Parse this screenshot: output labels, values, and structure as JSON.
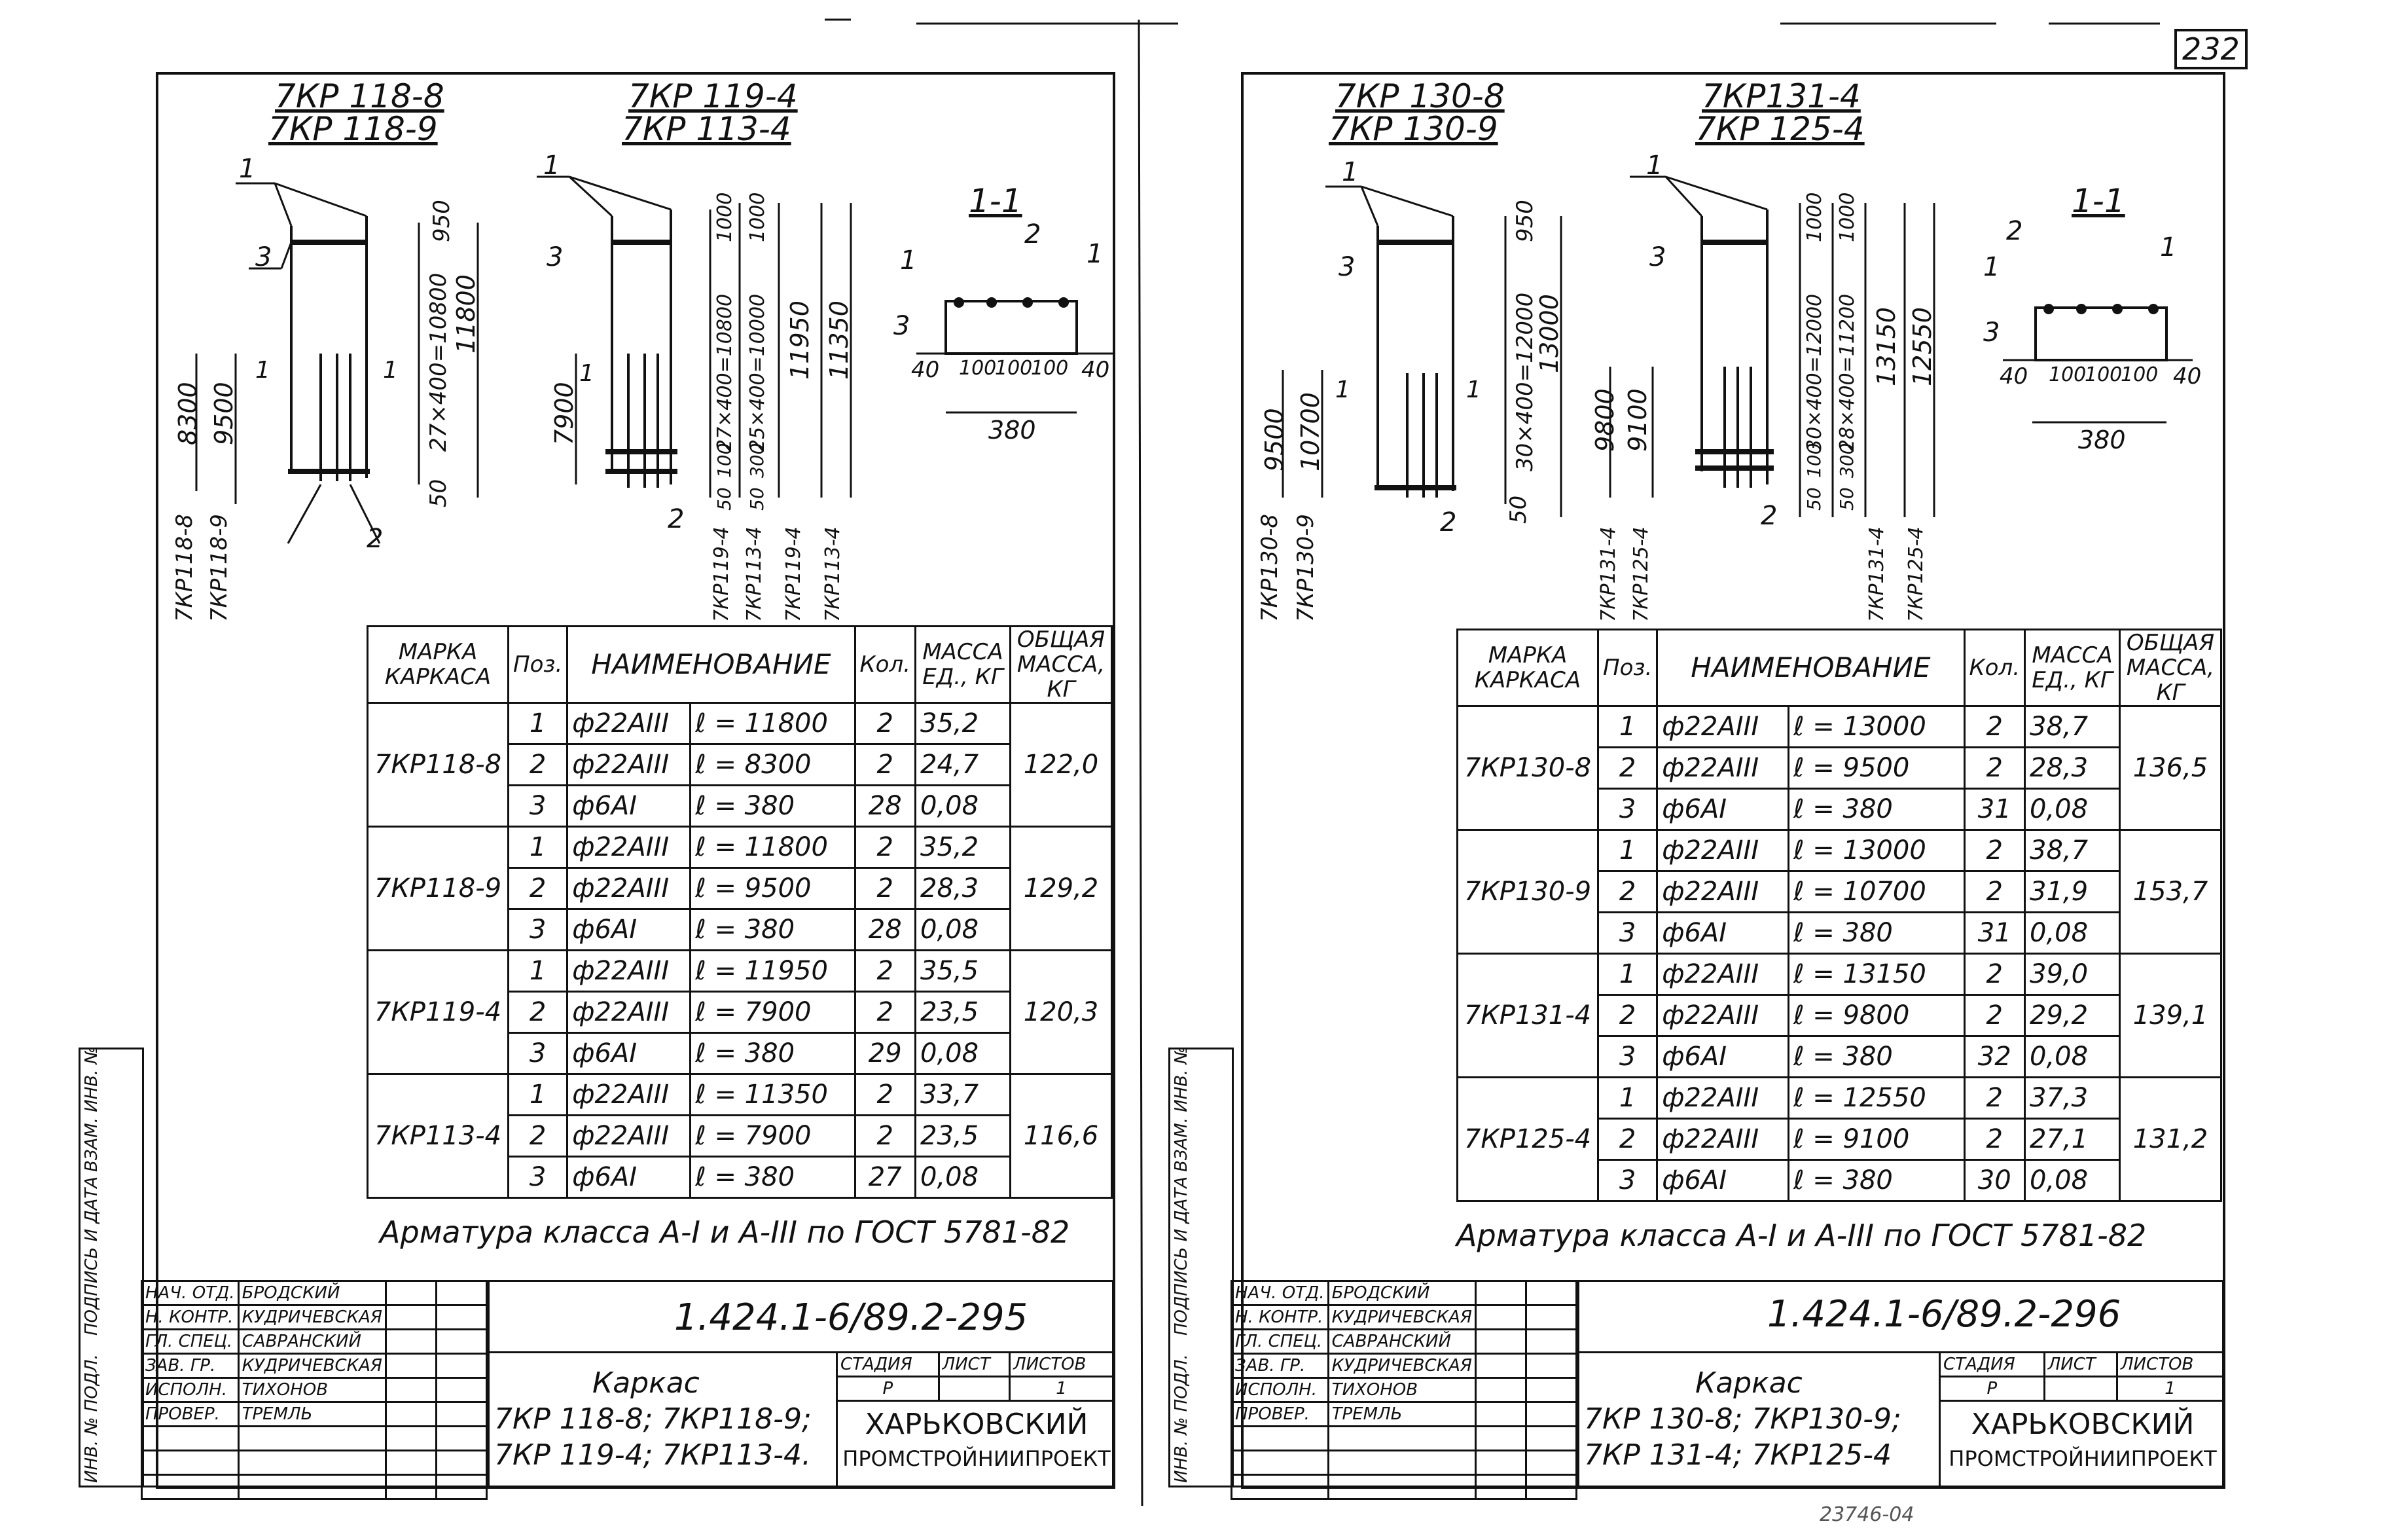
{
  "sheet_number": "232",
  "bottom_scribble": "23746-04",
  "left": {
    "marks_a": [
      "7КР 118-8",
      "7КР 118-9"
    ],
    "marks_b": [
      "7КР 119-4",
      "7КР 113-4"
    ],
    "section": "1-1",
    "dims": {
      "top_a": "950",
      "span_a": "27×400=10800",
      "total_a": "11800",
      "bottom_a": "50",
      "h_a1": "8300",
      "h_a2": "9500",
      "mark_a1": "7КР118-8",
      "mark_a2": "7КР118-9",
      "top_b1": "1000",
      "top_b2": "1000",
      "span_b1": "27×400=10800",
      "span_b2": "25×400=10000",
      "total_b1": "11950",
      "total_b2": "11350",
      "h_b": "7900",
      "b_lower": [
        "100",
        "300",
        "50",
        "50"
      ],
      "mark_b": [
        "7КР119-4",
        "7КР113-4",
        "7КР119-4",
        "7КР113-4"
      ],
      "sec": [
        "40",
        "100",
        "100",
        "100",
        "40",
        "380"
      ]
    },
    "headers": {
      "mark": "МАРКА КАРКАСА",
      "pos": "Поз.",
      "name": "НАИМЕНОВАНИЕ",
      "qty": "Кол.",
      "mass": "МАССА ЕД., КГ",
      "total": "ОБЩАЯ МАССА, КГ"
    },
    "groups": [
      {
        "mark": "7КР118-8",
        "total": "122,0",
        "rows": [
          {
            "pos": "1",
            "bar": "ф22АIII",
            "len": "ℓ = 11800",
            "qty": "2",
            "mass": "35,2"
          },
          {
            "pos": "2",
            "bar": "ф22АIII",
            "len": "ℓ = 8300",
            "qty": "2",
            "mass": "24,7"
          },
          {
            "pos": "3",
            "bar": "ф6АI",
            "len": "ℓ = 380",
            "qty": "28",
            "mass": "0,08"
          }
        ]
      },
      {
        "mark": "7КР118-9",
        "total": "129,2",
        "rows": [
          {
            "pos": "1",
            "bar": "ф22АIII",
            "len": "ℓ = 11800",
            "qty": "2",
            "mass": "35,2"
          },
          {
            "pos": "2",
            "bar": "ф22АIII",
            "len": "ℓ = 9500",
            "qty": "2",
            "mass": "28,3"
          },
          {
            "pos": "3",
            "bar": "ф6АI",
            "len": "ℓ = 380",
            "qty": "28",
            "mass": "0,08"
          }
        ]
      },
      {
        "mark": "7КР119-4",
        "total": "120,3",
        "rows": [
          {
            "pos": "1",
            "bar": "ф22АIII",
            "len": "ℓ = 11950",
            "qty": "2",
            "mass": "35,5"
          },
          {
            "pos": "2",
            "bar": "ф22АIII",
            "len": "ℓ = 7900",
            "qty": "2",
            "mass": "23,5"
          },
          {
            "pos": "3",
            "bar": "ф6АI",
            "len": "ℓ = 380",
            "qty": "29",
            "mass": "0,08"
          }
        ]
      },
      {
        "mark": "7КР113-4",
        "total": "116,6",
        "rows": [
          {
            "pos": "1",
            "bar": "ф22АIII",
            "len": "ℓ = 11350",
            "qty": "2",
            "mass": "33,7"
          },
          {
            "pos": "2",
            "bar": "ф22АIII",
            "len": "ℓ = 7900",
            "qty": "2",
            "mass": "23,5"
          },
          {
            "pos": "3",
            "bar": "ф6АI",
            "len": "ℓ = 380",
            "qty": "27",
            "mass": "0,08"
          }
        ]
      }
    ],
    "note": "Арматура класса А-I и А-III по ГОСТ 5781-82",
    "code": "1.424.1-6/89.2-295",
    "title_lines": [
      "Каркас",
      "7КР 118-8; 7КР118-9;",
      "7КР 119-4; 7КР113-4."
    ],
    "org_lines": [
      "ХАРЬКОВСКИЙ",
      "ПРОМСТРОЙНИИПРОЕКТ"
    ]
  },
  "right": {
    "marks_a": [
      "7КР 130-8",
      "7КР 130-9"
    ],
    "marks_b": [
      "7КР131-4",
      "7КР 125-4"
    ],
    "section": "1-1",
    "dims": {
      "top_a": "950",
      "span_a": "30×400=12000",
      "total_a": "13000",
      "bottom_a": "50",
      "h_a1": "9500",
      "h_a2": "10700",
      "mark_a1": "7КР130-8",
      "mark_a2": "7КР130-9",
      "top_b1": "1000",
      "top_b2": "1000",
      "span_b1": "30×400=12000",
      "span_b2": "28×400=11200",
      "total_b1": "13150",
      "total_b2": "12550",
      "h_b1": "9800",
      "h_b2": "9100",
      "b_lower": [
        "100",
        "300",
        "50",
        "50"
      ],
      "mark_b": [
        "7КР131-4",
        "7КР125-4",
        "7КР131-4",
        "7КР125-4"
      ],
      "sec": [
        "40",
        "100",
        "100",
        "100",
        "40",
        "380"
      ]
    },
    "headers": {
      "mark": "МАРКА КАРКАСА",
      "pos": "Поз.",
      "name": "НАИМЕНОВАНИЕ",
      "qty": "Кол.",
      "mass": "МАССА ЕД., КГ",
      "total": "ОБЩАЯ МАССА, КГ"
    },
    "groups": [
      {
        "mark": "7КР130-8",
        "total": "136,5",
        "rows": [
          {
            "pos": "1",
            "bar": "ф22АIII",
            "len": "ℓ = 13000",
            "qty": "2",
            "mass": "38,7"
          },
          {
            "pos": "2",
            "bar": "ф22АIII",
            "len": "ℓ = 9500",
            "qty": "2",
            "mass": "28,3"
          },
          {
            "pos": "3",
            "bar": "ф6АI",
            "len": "ℓ = 380",
            "qty": "31",
            "mass": "0,08"
          }
        ]
      },
      {
        "mark": "7КР130-9",
        "total": "153,7",
        "rows": [
          {
            "pos": "1",
            "bar": "ф22АIII",
            "len": "ℓ = 13000",
            "qty": "2",
            "mass": "38,7"
          },
          {
            "pos": "2",
            "bar": "ф22АIII",
            "len": "ℓ = 10700",
            "qty": "2",
            "mass": "31,9"
          },
          {
            "pos": "3",
            "bar": "ф6АI",
            "len": "ℓ = 380",
            "qty": "31",
            "mass": "0,08"
          }
        ]
      },
      {
        "mark": "7КР131-4",
        "total": "139,1",
        "rows": [
          {
            "pos": "1",
            "bar": "ф22АIII",
            "len": "ℓ = 13150",
            "qty": "2",
            "mass": "39,0"
          },
          {
            "pos": "2",
            "bar": "ф22АIII",
            "len": "ℓ = 9800",
            "qty": "2",
            "mass": "29,2"
          },
          {
            "pos": "3",
            "bar": "ф6АI",
            "len": "ℓ = 380",
            "qty": "32",
            "mass": "0,08"
          }
        ]
      },
      {
        "mark": "7КР125-4",
        "total": "131,2",
        "rows": [
          {
            "pos": "1",
            "bar": "ф22АIII",
            "len": "ℓ = 12550",
            "qty": "2",
            "mass": "37,3"
          },
          {
            "pos": "2",
            "bar": "ф22АIII",
            "len": "ℓ = 9100",
            "qty": "2",
            "mass": "27,1"
          },
          {
            "pos": "3",
            "bar": "ф6АI",
            "len": "ℓ = 380",
            "qty": "30",
            "mass": "0,08"
          }
        ]
      }
    ],
    "note": "Арматура класса А-I и А-III по ГОСТ 5781-82",
    "code": "1.424.1-6/89.2-296",
    "title_lines": [
      "Каркас",
      "7КР 130-8; 7КР130-9;",
      "7КР 131-4; 7КР125-4"
    ],
    "org_lines": [
      "ХАРЬКОВСКИЙ",
      "ПРОМСТРОЙНИИПРОЕКТ"
    ]
  },
  "stamp_roles": [
    "НАЧ. ОТД.",
    "Н. КОНТР.",
    "ГЛ. СПЕЦ.",
    "ЗАВ. ГР.",
    "ИСПОЛН.",
    "ПРОВЕР."
  ],
  "stamp_names": [
    "БРОДСКИЙ",
    "КУДРИЧЕВСКАЯ",
    "САВРАНСКИЙ",
    "КУДРИЧЕВСКАЯ",
    "ТИХОНОВ",
    "ТРЕМЛЬ"
  ],
  "stamp_heads": {
    "stage": "СТАДИЯ",
    "sheet": "ЛИСТ",
    "sheets": "ЛИСТОВ",
    "stage_val": "Р",
    "sheets_val": "1"
  },
  "side_labels": [
    "ИНВ. № ПОДЛ.",
    "ПОДПИСЬ И ДАТА",
    "ВЗАМ. ИНВ. №"
  ],
  "pos_labels": [
    "1",
    "2",
    "3"
  ],
  "arrow_mark": "1"
}
